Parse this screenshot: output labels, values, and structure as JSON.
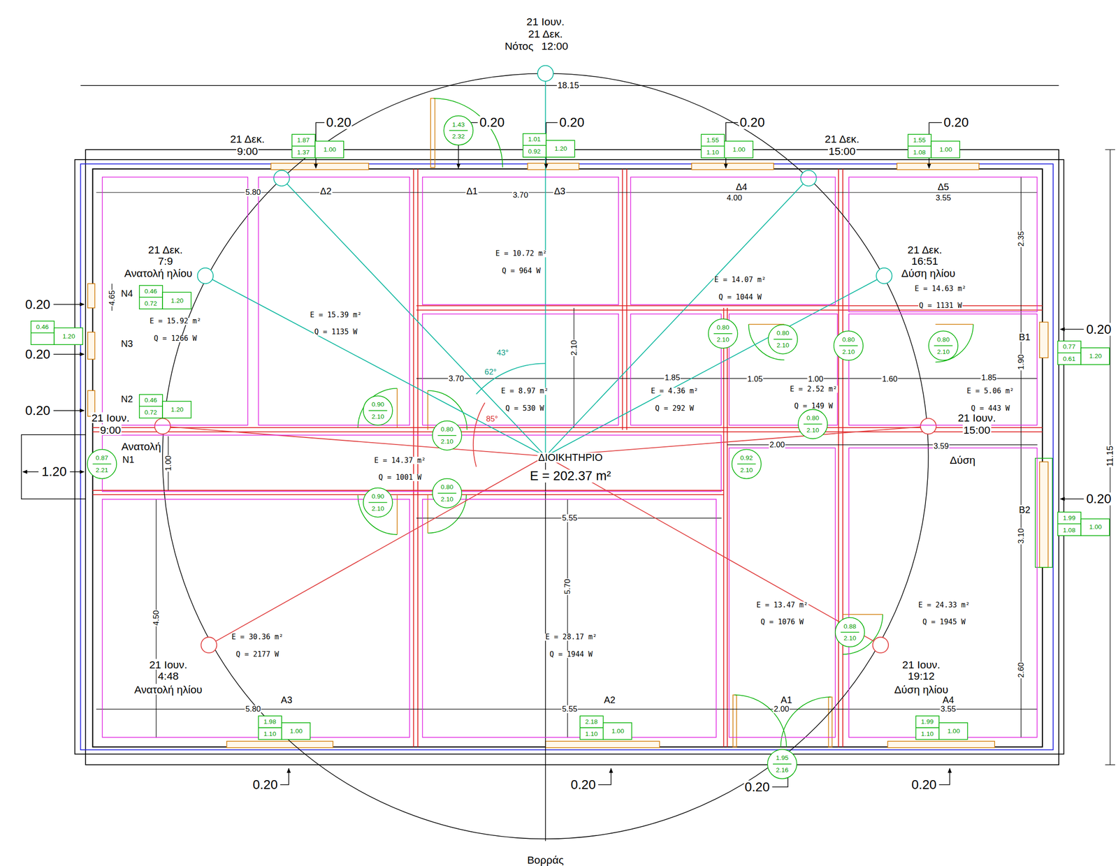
{
  "diagram": {
    "nodes": [
      {
        "text": [
          "1.87",
          "1.37",
          "1.00"
        ]
      },
      {
        "text": [
          "1.43",
          "2.32"
        ]
      },
      {
        "text": [
          "1.01",
          "0.92",
          "1.20"
        ]
      },
      {
        "text": [
          "1.55",
          "1.10",
          "1.00"
        ]
      },
      {
        "text": [
          "1.55",
          "1.08",
          "1.00"
        ]
      },
      {
        "text": [
          "E = 15.92 m²",
          "Q = 1266 W"
        ]
      },
      {
        "text": [
          "E = 15.39 m²",
          "Q = 1135 W"
        ]
      },
      {
        "text": [
          "E = 10.72 m²",
          "Q = 964 W"
        ]
      },
      {
        "text": [
          "E = 14.07 m²",
          "Q = 1044 W"
        ]
      },
      {
        "text": [
          "E = 14.63 m²",
          "Q = 1131 W"
        ]
      },
      {
        "text": [
          "0.46",
          "0.72",
          "1.20"
        ]
      },
      {
        "text": [
          "0.46",
          "1.20"
        ]
      },
      {
        "text": [
          "0.80",
          "2.10"
        ]
      },
      {
        "text": [
          "0.80",
          "2.10"
        ]
      },
      {
        "text": [
          "0.80",
          "2.10"
        ]
      },
      {
        "text": [
          "0.80",
          "2.10"
        ]
      },
      {
        "text": [
          "0.77",
          "0.61",
          "1.20"
        ]
      },
      {
        "text": [
          "E = 8.97 m²",
          "Q = 530 W"
        ]
      },
      {
        "text": [
          "E = 4.36 m²",
          "Q = 292 W"
        ]
      },
      {
        "text": [
          "E = 2.52 m²",
          "Q = 149 W"
        ]
      },
      {
        "text": [
          "E = 5.06 m²",
          "Q = 443 W"
        ]
      },
      {
        "text": [
          "0.46",
          "0.72",
          "1.20"
        ]
      },
      {
        "text": [
          "0.90",
          "2.10"
        ]
      },
      {
        "text": [
          "0.80",
          "2.10"
        ]
      },
      {
        "text": [
          "0.80",
          "2.10"
        ]
      },
      {
        "text": [
          "E = 14.37 m²",
          "Q = 1001 W"
        ]
      },
      {
        "text": [
          "0.87",
          "2.21"
        ]
      },
      {
        "text": [
          "0.92",
          "2.10"
        ]
      },
      {
        "text": [
          "0.90",
          "2.10"
        ]
      },
      {
        "text": [
          "0.80",
          "2.10"
        ]
      },
      {
        "text": [
          "1.99",
          "1.08",
          "1.00"
        ]
      },
      {
        "text": [
          "E = 30.36 m²",
          "Q = 2177 W"
        ]
      },
      {
        "text": [
          "E = 28.17 m²",
          "Q = 1944 W"
        ]
      },
      {
        "text": [
          "E = 13.47 m²",
          "Q = 1076 W"
        ]
      },
      {
        "text": [
          "E = 24.33 m²",
          "Q = 1945 W"
        ]
      },
      {
        "text": [
          "0.88",
          "2.10"
        ]
      },
      {
        "text": [
          "1.98",
          "1.10",
          "1.00"
        ]
      },
      {
        "text": [
          "2.18",
          "1.10",
          "1.00"
        ]
      },
      {
        "text": [
          "1.99",
          "1.10",
          "1.00"
        ]
      },
      {
        "text": [
          "1.95",
          "2.16"
        ]
      }
    ],
    "labels": [
      "21 Ιουν.",
      "21 Δεκ.",
      "Νότος",
      "12:00",
      "18.15",
      "0.20",
      "0.20",
      "0.20",
      "0.20",
      "0.20",
      "21 Δεκ.",
      "9:00",
      "21 Δεκ.",
      "15:00",
      "5.80",
      "Δ2",
      "Δ1",
      "3.70",
      "Δ3",
      "Δ4",
      "4.00",
      "Δ5",
      "3.55",
      "2.35",
      "21 Δεκ.",
      "7:9",
      "Ανατολή ηλίου",
      "21 Δεκ.",
      "16:51",
      "Δύση ηλίου",
      "Ν4",
      "4.65",
      "Ν3",
      "Ν2",
      "Ν1",
      "Β1",
      "Β2",
      "Α3",
      "Α2",
      "Α1",
      "Α4",
      "1.90",
      "2.10",
      "3.70",
      "1.85",
      "1.05",
      "1.00",
      "1.60",
      "1.85",
      "21 Ιουν.",
      "9:00",
      "Ανατολή",
      "1.00",
      "21 Ιουν.",
      "15:00",
      "Δύση",
      "ΔΙΟΙΚΗΤΗΡΙΟ",
      "E = 202.37 m²",
      "2.00",
      "3.59",
      "1.20",
      "5.55",
      "3.10",
      "4.50",
      "5.70",
      "2.60",
      "21 Ιουν.",
      "4:48",
      "Ανατολή ηλίου",
      "21 Ιουν.",
      "19:12",
      "Δύση ηλίου",
      "5.80",
      "5.55",
      "2.00",
      "3.55",
      "0.20",
      "0.20",
      "0.20",
      "0.20",
      "0.20",
      "0.20",
      "0.20",
      "0.20",
      "0.20",
      "11.15",
      "Βορράς",
      "43°",
      "62°",
      "85°"
    ]
  }
}
